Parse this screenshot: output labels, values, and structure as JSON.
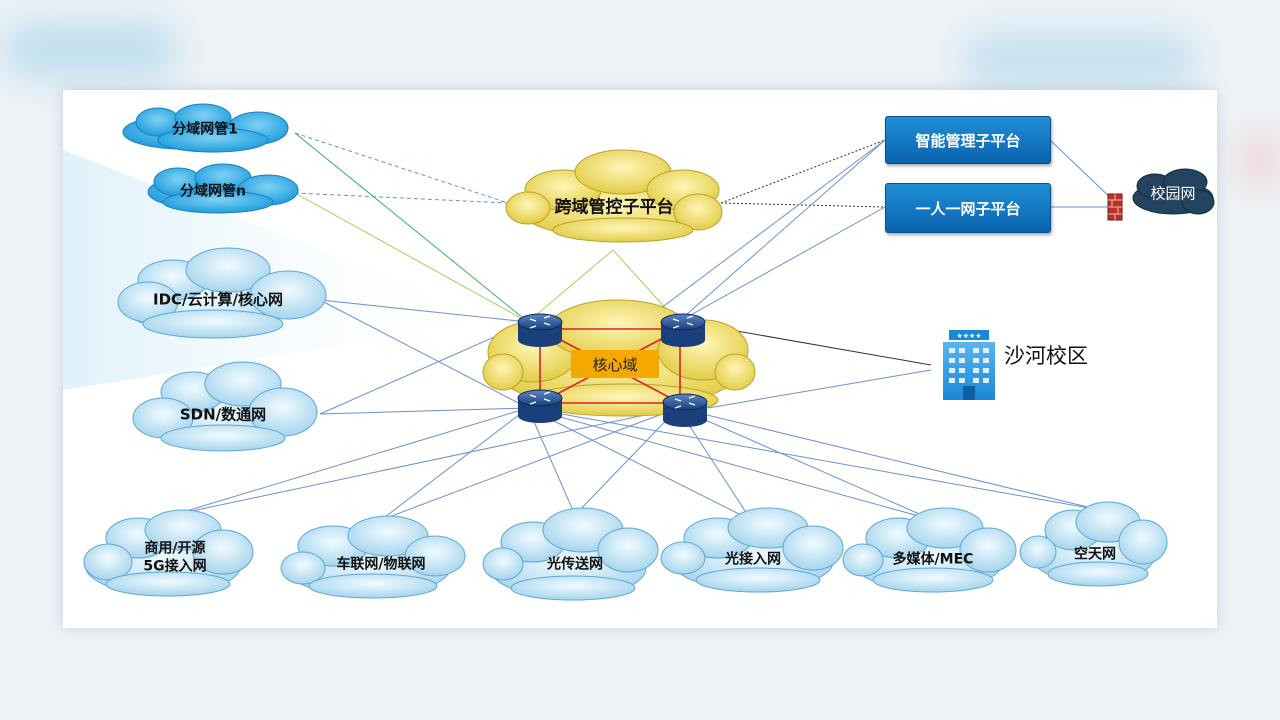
{
  "clouds": {
    "subnet_mgmt_1": "分域网管1",
    "subnet_mgmt_n": "分域网管n",
    "idc": "IDC/云计算/核心网",
    "sdn": "SDN/数通网",
    "cross_domain": "跨域管控子平台",
    "core_domain": "核心域",
    "campus_net": "校园网",
    "access_5g_line1": "商用/开源",
    "access_5g_line2": "5G接入网",
    "iov": "车联网/物联网",
    "optical_transport": "光传送网",
    "optical_access": "光接入网",
    "multimedia": "多媒体/MEC",
    "space_air": "空天网"
  },
  "platforms": {
    "smart_mgmt": "智能管理子平台",
    "one_person": "一人一网子平台"
  },
  "campus": {
    "shahe": "沙河校区"
  },
  "colors": {
    "blue_cloud": "#3fb4ea",
    "light_cloud": "#cbe9f7",
    "yellow_cloud": "#f2e27a",
    "platform_blue": "#0a6fbd",
    "core_orange": "#f5a800",
    "core_ring": "#e02020"
  }
}
